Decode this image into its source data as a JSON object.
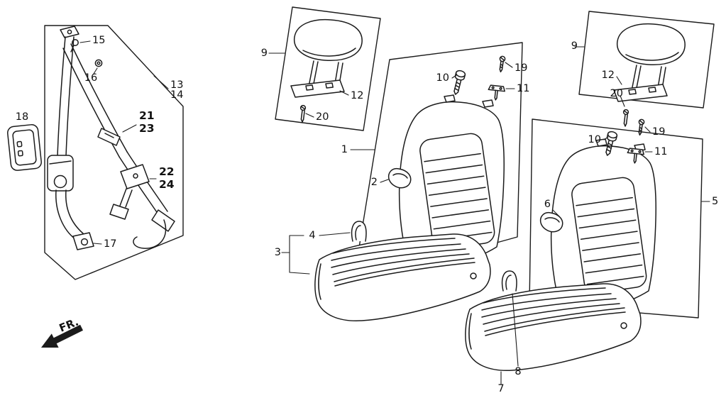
{
  "figure": {
    "direction_label": "FR.",
    "line_color": "#1b1b1b",
    "background": "#ffffff",
    "callouts": {
      "seat_belt": {
        "n13": "13",
        "n14": "14",
        "n15": "15",
        "n16": "16",
        "n17": "17",
        "n18": "18",
        "n21": "21",
        "n22": "22",
        "n23": "23",
        "n24": "24"
      },
      "headrest_left": {
        "n9": "9",
        "n12": "12",
        "n20": "20"
      },
      "seat_back_left": {
        "n1": "1",
        "n2": "2",
        "n10": "10",
        "n11": "11",
        "n19": "19"
      },
      "cushion_left": {
        "n3": "3",
        "n4": "4"
      },
      "headrest_right": {
        "n9": "9",
        "n12": "12",
        "n20": "20"
      },
      "seat_back_right": {
        "n5": "5",
        "n6": "6",
        "n10": "10",
        "n11": "11",
        "n19": "19"
      },
      "cushion_right": {
        "n7": "7",
        "n8": "8"
      }
    }
  }
}
